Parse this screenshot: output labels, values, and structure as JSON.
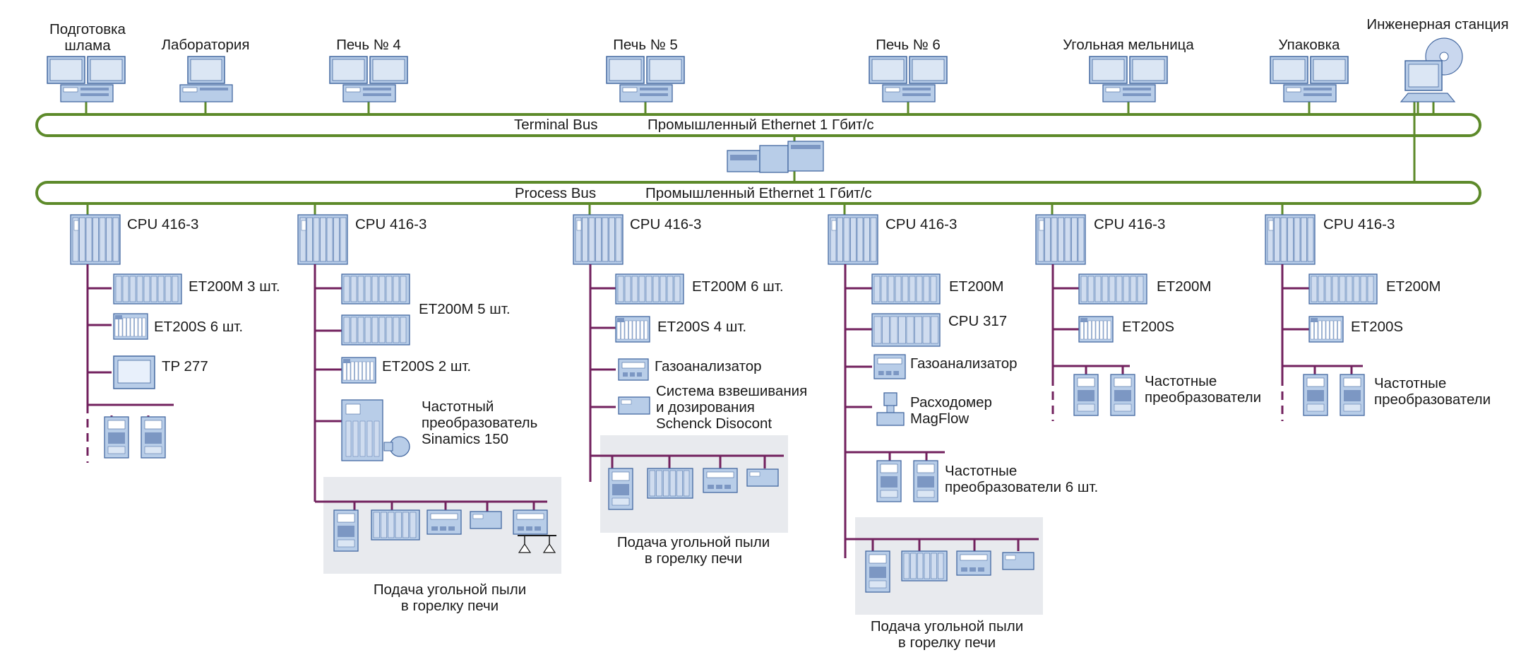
{
  "stations": [
    {
      "label": "Подготовка\nшлама"
    },
    {
      "label": "Лаборатория"
    },
    {
      "label": "Печь № 4"
    },
    {
      "label": "Печь № 5"
    },
    {
      "label": "Печь № 6"
    },
    {
      "label": "Угольная мельница"
    },
    {
      "label": "Упаковка"
    },
    {
      "label": "Инженерная станция"
    }
  ],
  "terminal_bus": {
    "name": "Terminal Bus",
    "spec": "Промышленный Ethernet 1 Гбит/с"
  },
  "process_bus": {
    "name": "Process Bus",
    "spec": "Промышленный Ethernet 1 Гбит/с"
  },
  "cpu_label": "CPU 416-3",
  "groups": [
    {
      "items": [
        "ET200M 3 шт.",
        "ET200S 6 шт.",
        "TP 277"
      ]
    },
    {
      "items": [
        "ET200M 5 шт.",
        "ET200S 2 шт.",
        "Частотный\nпреобразователь\nSinamics 150"
      ],
      "feeder": "Подача угольной пыли\nв горелку печи"
    },
    {
      "items": [
        "ET200M 6 шт.",
        "ET200S 4 шт.",
        "Газоанализатор",
        "Система взвешивания\nи дозирования\nSchenck Disocont"
      ],
      "feeder": "Подача угольной пыли\nв горелку печи"
    },
    {
      "items": [
        "ET200M",
        "CPU 317",
        "Газоанализатор",
        "Расходомер\nMagFlow",
        "Частотные\nпреобразователи 6 шт."
      ],
      "feeder": "Подача угольной пыли\nв горелку печи"
    },
    {
      "items": [
        "ET200M",
        "ET200S",
        "Частотные\nпреобразователи"
      ]
    },
    {
      "items": [
        "ET200M",
        "ET200S",
        "Частотные\nпреобразователи"
      ]
    }
  ],
  "colors": {
    "ethernet": "#5d8a2a",
    "profibus": "#72215e",
    "device_fill": "#b8cde8",
    "device_stroke": "#4468a0",
    "panel": "#e8eaee"
  }
}
